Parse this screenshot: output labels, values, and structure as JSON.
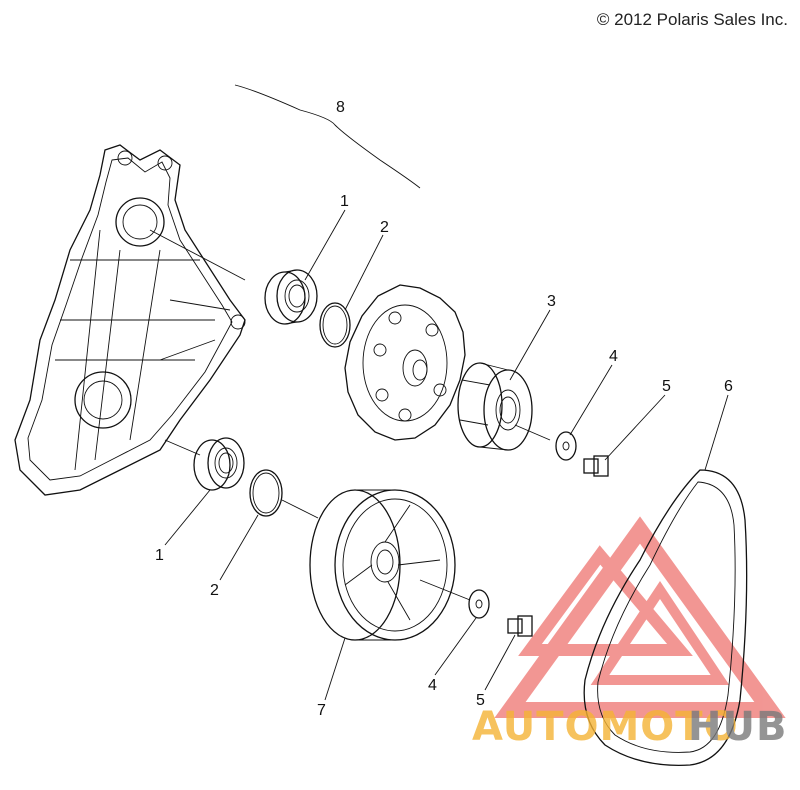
{
  "copyright": "© 2012 Polaris Sales Inc.",
  "callouts": {
    "c1a": "1",
    "c2a": "2",
    "c3": "3",
    "c4a": "4",
    "c5a": "5",
    "c6": "6",
    "c1b": "1",
    "c2b": "2",
    "c4b": "4",
    "c5b": "5",
    "c7": "7",
    "c8": "8"
  },
  "watermark": {
    "part1": "AUTOMOTO",
    "part2": "HUB"
  },
  "colors": {
    "line": "#111111",
    "watermark_red": "#e8423c",
    "watermark_orange": "#f5b335",
    "watermark_gray": "#7a7a7a"
  }
}
